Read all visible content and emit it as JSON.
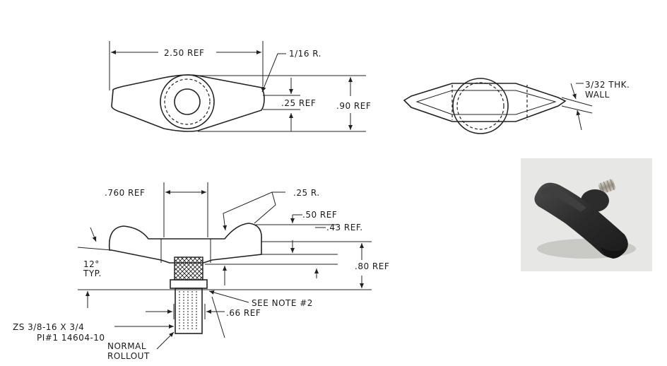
{
  "top_view": {
    "width_label": "2.50 REF",
    "radius_label": "1/16 R.",
    "hub_label": ".25 REF",
    "height_label": ".90 REF"
  },
  "section_view": {
    "wall_label_line1": "3/32 THK.",
    "wall_label_line2": "WALL"
  },
  "side_view": {
    "gap_label": ".760 REF",
    "radius_label": ".25 R.",
    "wing_height_label": ".50 REF",
    "tip_label": ".43 REF.",
    "total_height_label": ".80 REF",
    "angle_label_line1": "12°",
    "angle_label_line2": "TYP.",
    "note_label": "SEE NOTE #2",
    "stud_label": ".66 REF",
    "thread_label_line1": "ZS 3/8-16 X 3/4",
    "thread_label_line2": "PI#1 14604-10",
    "rollout_label_line1": "NORMAL",
    "rollout_label_line2": "ROLLOUT"
  },
  "photo": {
    "subject": "black wing knob with threaded stud"
  }
}
